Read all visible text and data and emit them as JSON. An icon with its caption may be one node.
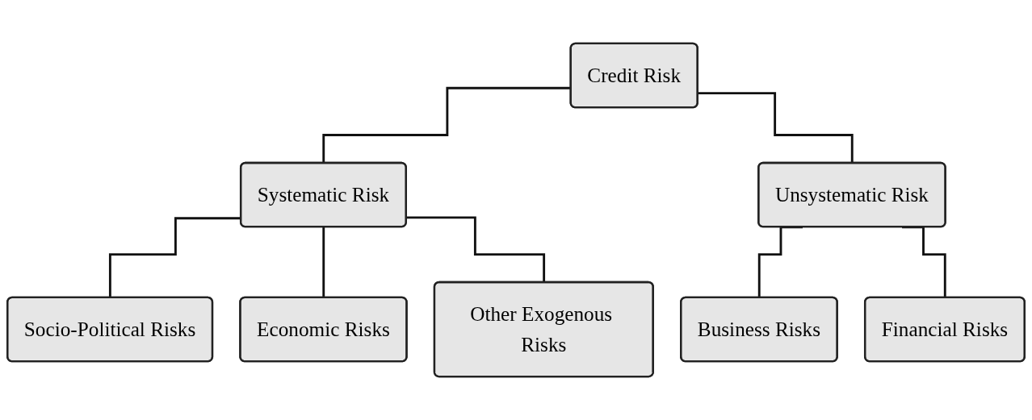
{
  "diagram": {
    "nodes": [
      {
        "text": [
          "Credit Risk"
        ]
      },
      {
        "text": [
          "Systematic Risk"
        ]
      },
      {
        "text": [
          "Unsystematic Risk"
        ]
      },
      {
        "text": [
          "Socio-Political Risks"
        ]
      },
      {
        "text": [
          "Economic Risks"
        ]
      },
      {
        "text": [
          "Other Exogenous Risks"
        ]
      },
      {
        "text": [
          "Business Risks"
        ]
      },
      {
        "text": [
          "Financial Risks"
        ]
      }
    ],
    "edges": [
      {
        "from": 0,
        "to": 1,
        "arrow": "none"
      },
      {
        "from": 0,
        "to": 2,
        "arrow": "none"
      },
      {
        "from": 1,
        "to": 3,
        "arrow": "none"
      },
      {
        "from": 1,
        "to": 4,
        "arrow": "none"
      },
      {
        "from": 1,
        "to": 5,
        "arrow": "none"
      },
      {
        "from": 2,
        "to": 6,
        "arrow": "none"
      },
      {
        "from": 2,
        "to": 7,
        "arrow": "none"
      }
    ]
  }
}
